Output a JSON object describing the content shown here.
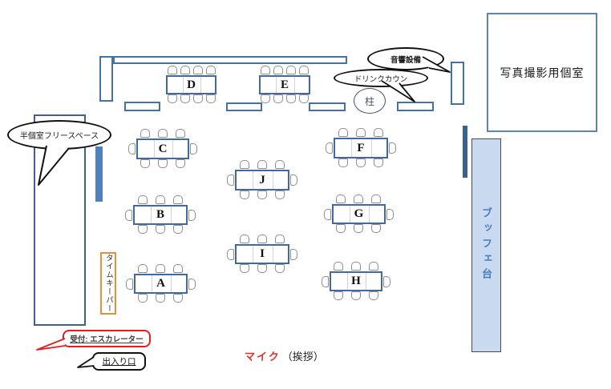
{
  "rooms": {
    "photo_room_label": "写真撮影用個室",
    "buffet_label": "ブッフェ台",
    "free_space_label": "半個室フリースペース",
    "pillar_label": "柱"
  },
  "callouts": {
    "sound_equipment": "音響設備",
    "drink_counter": "ドリンクカウン",
    "reception": "受付: エスカレーター",
    "entrance": "出入り口",
    "timekeeper": "タイムキーパー",
    "mic": "マイク",
    "mic_suffix": "（挨拶）"
  },
  "tables": [
    {
      "label": "A"
    },
    {
      "label": "B"
    },
    {
      "label": "C"
    },
    {
      "label": "D"
    },
    {
      "label": "E"
    },
    {
      "label": "F"
    },
    {
      "label": "G"
    },
    {
      "label": "H"
    },
    {
      "label": "I"
    },
    {
      "label": "J"
    }
  ],
  "colors": {
    "wall_blue": "#4472a4",
    "table_border": "#41699e",
    "buffet_fill": "#c9d9ef",
    "buffet_text": "#4a7ebb",
    "callout_red": "#e02020",
    "timekeeper_orange": "#e2913f",
    "mic_red": "#e03228"
  }
}
